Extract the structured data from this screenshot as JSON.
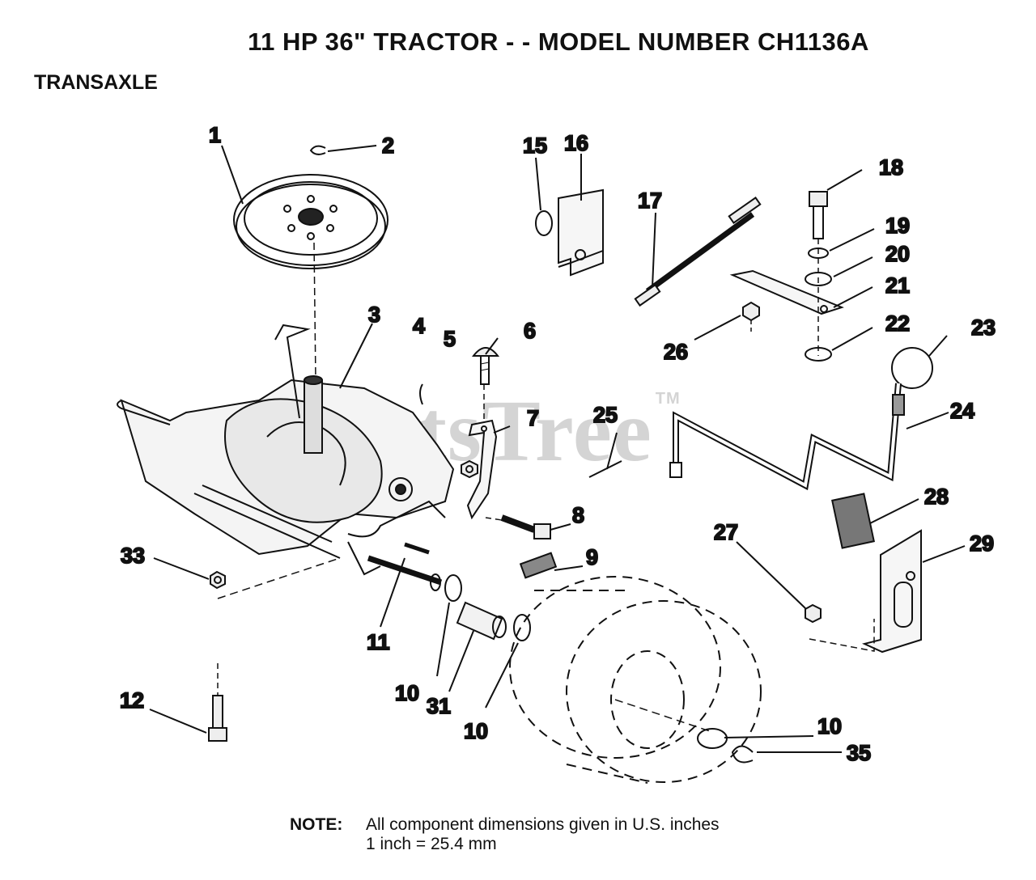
{
  "header": {
    "title": "11 HP 36\"  TRACTOR  - - MODEL NUMBER CH1136A",
    "section": "TRANSAXLE"
  },
  "watermark": {
    "text": "PartsTree",
    "tm": "TM"
  },
  "note": {
    "label": "NOTE:",
    "line1": "All component dimensions given in U.S. inches",
    "line2": "1 inch = 25.4 mm"
  },
  "callouts": [
    {
      "id": "c1",
      "text": "1"
    },
    {
      "id": "c2",
      "text": "2"
    },
    {
      "id": "c3",
      "text": "3"
    },
    {
      "id": "c4",
      "text": "4"
    },
    {
      "id": "c5",
      "text": "5"
    },
    {
      "id": "c6",
      "text": "6"
    },
    {
      "id": "c7",
      "text": "7"
    },
    {
      "id": "c8",
      "text": "8"
    },
    {
      "id": "c9",
      "text": "9"
    },
    {
      "id": "c10a",
      "text": "10"
    },
    {
      "id": "c10b",
      "text": "10"
    },
    {
      "id": "c10c",
      "text": "10"
    },
    {
      "id": "c11",
      "text": "11"
    },
    {
      "id": "c12",
      "text": "12"
    },
    {
      "id": "c15",
      "text": "15"
    },
    {
      "id": "c16",
      "text": "16"
    },
    {
      "id": "c17",
      "text": "17"
    },
    {
      "id": "c18",
      "text": "18"
    },
    {
      "id": "c19",
      "text": "19"
    },
    {
      "id": "c20",
      "text": "20"
    },
    {
      "id": "c21",
      "text": "21"
    },
    {
      "id": "c22",
      "text": "22"
    },
    {
      "id": "c23",
      "text": "23"
    },
    {
      "id": "c24",
      "text": "24"
    },
    {
      "id": "c25",
      "text": "25"
    },
    {
      "id": "c26",
      "text": "26"
    },
    {
      "id": "c27",
      "text": "27"
    },
    {
      "id": "c28",
      "text": "28"
    },
    {
      "id": "c29",
      "text": "29"
    },
    {
      "id": "c31",
      "text": "31"
    },
    {
      "id": "c33",
      "text": "33"
    },
    {
      "id": "c35",
      "text": "35"
    }
  ]
}
